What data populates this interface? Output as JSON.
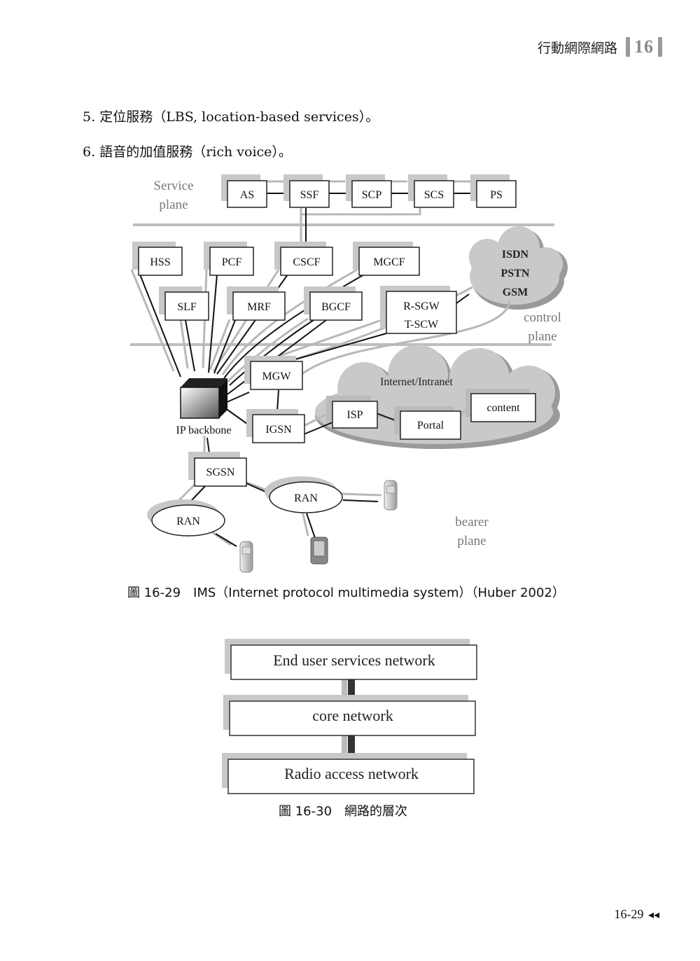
{
  "header": {
    "chapter_title": "行動網際網路",
    "chapter_number": "16"
  },
  "list_items": [
    {
      "number": "5.",
      "text": "定位服務（LBS, location-based services）。"
    },
    {
      "number": "6.",
      "text": "語音的加值服務（rich voice）。"
    }
  ],
  "figure1": {
    "caption": "圖 16-29　IMS（Internet protocol multimedia system）（Huber 2002）",
    "plane_labels": {
      "service_1": "Service",
      "service_2": "plane",
      "control_1": "control",
      "control_2": "plane",
      "bearer_1": "bearer",
      "bearer_2": "plane"
    },
    "service_nodes": [
      "AS",
      "SSF",
      "SCP",
      "SCS",
      "PS"
    ],
    "control_nodes": {
      "hss": "HSS",
      "pcf": "PCF",
      "cscf": "CSCF",
      "mgcf": "MGCF",
      "slf": "SLF",
      "mrf": "MRF",
      "bgcf": "BGCF",
      "rsgw_1": "R-SGW",
      "rsgw_2": "T-SCW"
    },
    "cloud_pstn": [
      "ISDN",
      "PSTN",
      "GSM"
    ],
    "bearer_nodes": {
      "mgw": "MGW",
      "igsn": "IGSN",
      "ip_backbone": "IP backbone",
      "sgsn": "SGSN",
      "ran_left": "RAN",
      "ran_right": "RAN"
    },
    "internet_cloud": {
      "title": "Internet/Intranet",
      "isp": "ISP",
      "portal": "Portal",
      "content": "content"
    },
    "colors": {
      "box_shadow": "#c8c8c8",
      "gray_line": "#b8b8b8",
      "cloud_fill": "#c9c9c9",
      "divider": "#bdbdbd"
    }
  },
  "figure2": {
    "caption": "圖 16-30　網路的層次",
    "layers": [
      "End user services network",
      "core network",
      "Radio access network"
    ]
  },
  "footer": {
    "page_number": "16-29",
    "arrow_glyph": "◂◂"
  }
}
